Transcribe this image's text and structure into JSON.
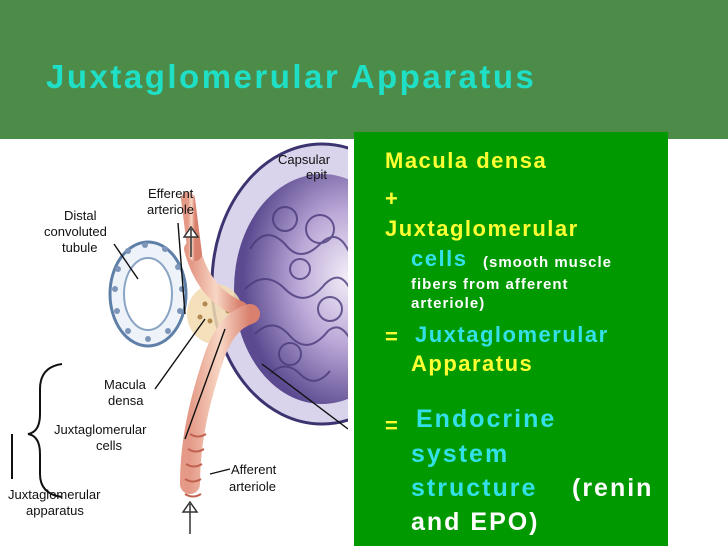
{
  "slide": {
    "title": "Juxtaglomerular Apparatus"
  },
  "figure": {
    "labels": {
      "capsular": "Capsular",
      "epit": "epit",
      "efferent": "Efferent",
      "efferent_arteriole": "arteriole",
      "distal": "Distal",
      "convoluted": "convoluted",
      "tubule": "tubule",
      "macula": "Macula",
      "densa": "densa",
      "jg": "Juxtaglomerular",
      "cells": "cells",
      "afferent": "Afferent",
      "afferent_arteriole": "arteriole",
      "jga": "Juxtaglomerular",
      "apparatus": "apparatus"
    }
  },
  "panel": {
    "macula_densa": "Macula densa",
    "plus": "+",
    "jg_line1": "Juxtaglomerular",
    "jg_line2": "cells",
    "jg_note1": "(smooth muscle",
    "jg_note2": "fibers from afferent",
    "jg_note3": "arteriole)",
    "eq1": "=",
    "result1_line1": "Juxtaglomerular",
    "result1_line2": "Apparatus",
    "eq2": "=",
    "result2_line1": "Endocrine",
    "result2_line2": "system",
    "result2_line3": "structure",
    "result2_note1": "(renin",
    "result2_note2": "and EPO)"
  },
  "colors": {
    "header_bg": "#4c8c48",
    "title": "#1fe0c6",
    "panel_bg": "#009900",
    "text_yellow": "#ffff33",
    "text_cyan": "#33e0e8",
    "text_white": "#ffffff"
  }
}
